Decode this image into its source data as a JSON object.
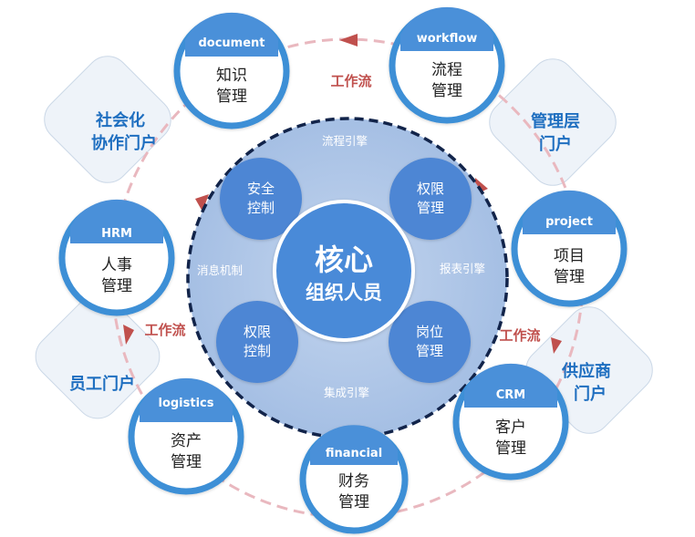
{
  "core": {
    "title": "核心",
    "subtitle": "组织人员",
    "engines": {
      "flow": "流程引擎",
      "message": "消息机制",
      "report": "报表引擎",
      "integration": "集成引擎"
    },
    "inner": [
      {
        "key": "security",
        "line1": "安全",
        "line2": "控制"
      },
      {
        "key": "authority",
        "line1": "权限",
        "line2": "管理"
      },
      {
        "key": "permission",
        "line1": "权限",
        "line2": "控制"
      },
      {
        "key": "position",
        "line1": "岗位",
        "line2": "管理"
      }
    ]
  },
  "modules": [
    {
      "key": "document",
      "tag": "document",
      "line1": "知识",
      "line2": "管理"
    },
    {
      "key": "workflow",
      "tag": "workflow",
      "line1": "流程",
      "line2": "管理"
    },
    {
      "key": "hrm",
      "tag": "HRM",
      "line1": "人事",
      "line2": "管理"
    },
    {
      "key": "project",
      "tag": "project",
      "line1": "项目",
      "line2": "管理"
    },
    {
      "key": "logistics",
      "tag": "logistics",
      "line1": "资产",
      "line2": "管理"
    },
    {
      "key": "crm",
      "tag": "CRM",
      "line1": "客户",
      "line2": "管理"
    },
    {
      "key": "financial",
      "tag": "financial",
      "line1": "财务",
      "line2": "管理"
    }
  ],
  "portals": {
    "social": {
      "line1": "社会化",
      "line2": "协作门户"
    },
    "management": {
      "line1": "管理层",
      "line2": "门户"
    },
    "employee": {
      "line1": "员工门户"
    },
    "supplier": {
      "line1": "供应商",
      "line2": "门户"
    }
  },
  "workflow_labels": {
    "top": "工作流",
    "left": "工作流",
    "right": "工作流"
  },
  "colors": {
    "ring_blue": "#3d8fd6",
    "header_blue": "#4a90d9",
    "inner_blue": "#4d86d4",
    "core_fill": "#aac3e6",
    "center_fill": "#4a8ad8",
    "dashed_navy": "#12244a",
    "orbit_pink": "#e9b8bf",
    "arrow_red": "#c0504d",
    "portal_text": "#1f6fc0",
    "workflow_text": "#c0504d"
  }
}
